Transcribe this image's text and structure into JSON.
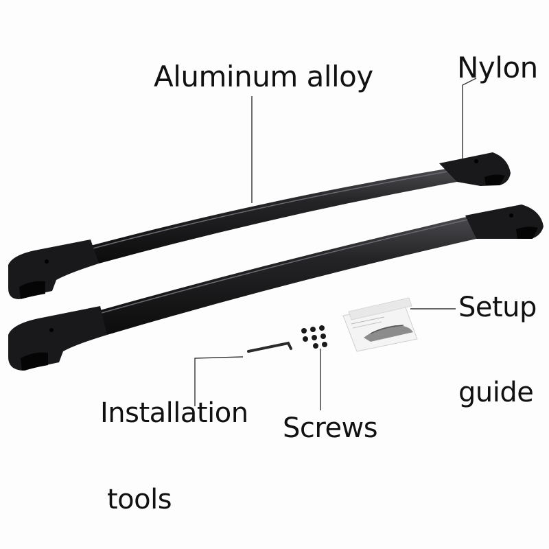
{
  "labels": {
    "aluminum": "Aluminum alloy",
    "nylon": "Nylon",
    "setup_line1": "Setup",
    "setup_line2": "guide",
    "installation_line1": "Installation",
    "installation_line2": "tools",
    "screws": "Screws"
  },
  "colors": {
    "background": "#fdfdfd",
    "bar": "#1c1c1e",
    "label_text": "#111111",
    "leader_line": "#333333"
  }
}
